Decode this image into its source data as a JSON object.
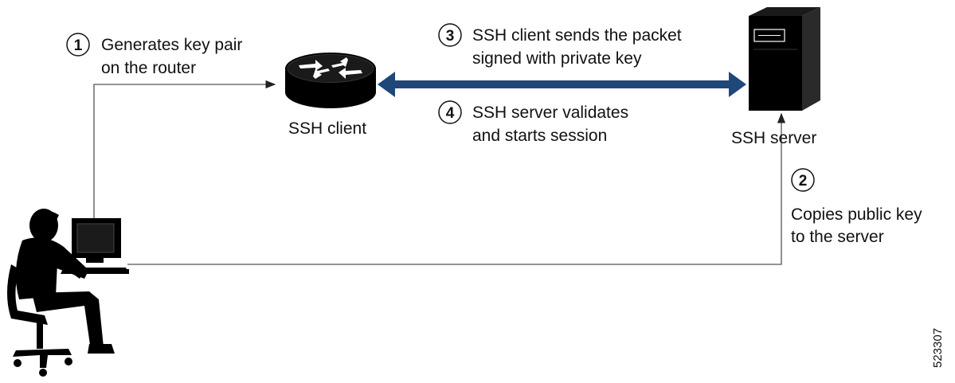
{
  "steps": [
    {
      "number": "1",
      "line1": "Generates key pair",
      "line2": "on the router"
    },
    {
      "number": "2",
      "line1": "Copies public key",
      "line2": "to the server"
    },
    {
      "number": "3",
      "line1": "SSH client sends the packet",
      "line2": "signed with private key"
    },
    {
      "number": "4",
      "line1": "SSH server validates",
      "line2": "and starts session"
    }
  ],
  "nodes": {
    "client_label": "SSH client",
    "server_label": "SSH server",
    "router_icon": "router-icon",
    "server_icon": "server-tower-icon",
    "user_icon": "user-at-workstation-icon"
  },
  "figure_id": "523307",
  "colors": {
    "double_arrow": "#1f4779",
    "line": "#555555",
    "ink": "#000000"
  }
}
